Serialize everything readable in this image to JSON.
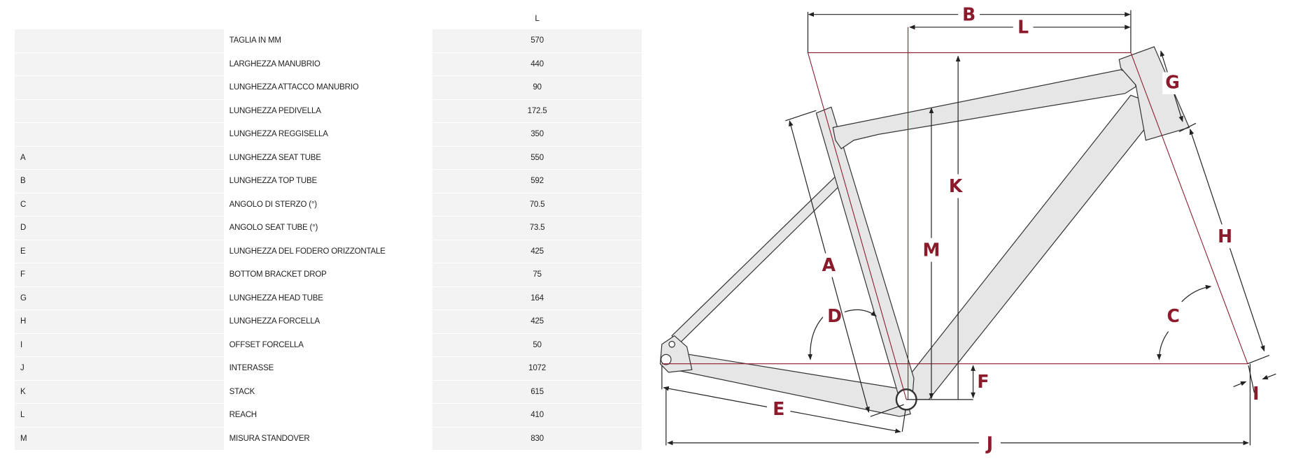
{
  "table": {
    "size_header": "L",
    "rows": [
      {
        "code": "",
        "label": "TAGLIA IN MM",
        "value": "570"
      },
      {
        "code": "",
        "label": "LARGHEZZA MANUBRIO",
        "value": "440"
      },
      {
        "code": "",
        "label": "LUNGHEZZA ATTACCO MANUBRIO",
        "value": "90"
      },
      {
        "code": "",
        "label": "LUNGHEZZA PEDIVELLA",
        "value": "172.5"
      },
      {
        "code": "",
        "label": "LUNGHEZZA REGGISELLA",
        "value": "350"
      },
      {
        "code": "A",
        "label": "LUNGHEZZA SEAT TUBE",
        "value": "550"
      },
      {
        "code": "B",
        "label": "LUNGHEZZA TOP TUBE",
        "value": "592"
      },
      {
        "code": "C",
        "label": "ANGOLO DI STERZO (°)",
        "value": "70.5"
      },
      {
        "code": "D",
        "label": "ANGOLO SEAT TUBE (°)",
        "value": "73.5"
      },
      {
        "code": "E",
        "label": "LUNGHEZZA DEL FODERO ORIZZONTALE",
        "value": "425"
      },
      {
        "code": "F",
        "label": "BOTTOM BRACKET DROP",
        "value": "75"
      },
      {
        "code": "G",
        "label": "LUNGHEZZA HEAD TUBE",
        "value": "164"
      },
      {
        "code": "H",
        "label": "LUNGHEZZA FORCELLA",
        "value": "425"
      },
      {
        "code": "I",
        "label": "OFFSET FORCELLA",
        "value": "50"
      },
      {
        "code": "J",
        "label": "INTERASSE",
        "value": "1072"
      },
      {
        "code": "K",
        "label": "STACK",
        "value": "615"
      },
      {
        "code": "L",
        "label": "REACH",
        "value": "410"
      },
      {
        "code": "M",
        "label": "MISURA STANDOVER",
        "value": "830"
      }
    ]
  },
  "diagram": {
    "accent_color": "#8b1a2b",
    "frame_fill": "#e6e6e6",
    "labels": {
      "A": "A",
      "B": "B",
      "C": "C",
      "D": "D",
      "E": "E",
      "F": "F",
      "G": "G",
      "H": "H",
      "I": "I",
      "J": "J",
      "K": "K",
      "L": "L",
      "M": "M"
    }
  }
}
